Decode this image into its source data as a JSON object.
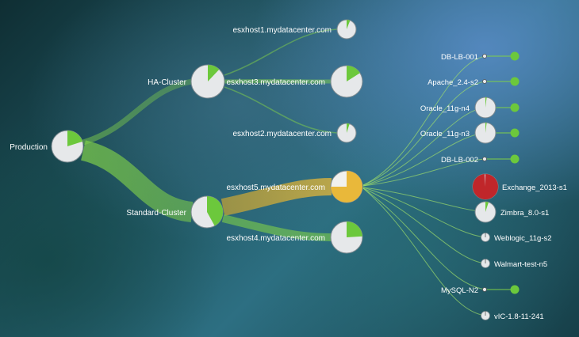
{
  "colors": {
    "green": "#6cc83c",
    "pie_bg": "#e6e8ea",
    "yellow": "#e9b83a",
    "red": "#c0262a",
    "link_green": "#7fcf4a",
    "link_red": "#9b1d22"
  },
  "nodes": {
    "production": {
      "label": "Production",
      "fraction": 0.2
    },
    "ha_cluster": {
      "label": "HA-Cluster",
      "fraction": 0.12
    },
    "standard_cluster": {
      "label": "Standard-Cluster",
      "fraction": 0.42
    },
    "esxhost1": {
      "label": "esxhost1.mydatacenter.com",
      "fraction": 0.06
    },
    "esxhost3": {
      "label": "esxhost3.mydatacenter.com",
      "fraction": 0.16
    },
    "esxhost2": {
      "label": "esxhost2.mydatacenter.com",
      "fraction": 0.05
    },
    "esxhost5": {
      "label": "esxhost5.mydatacenter.com",
      "fraction": 0.75
    },
    "esxhost4": {
      "label": "esxhost4.mydatacenter.com",
      "fraction": 0.24
    },
    "vms": [
      {
        "label": "DB-LB-001",
        "size": "dot"
      },
      {
        "label": "Apache_2.4-s2",
        "size": "dot"
      },
      {
        "label": "Oracle_11g-n4",
        "size": "medium",
        "fraction": 0.02
      },
      {
        "label": "Oracle_11g-n3",
        "size": "medium",
        "fraction": 0.02
      },
      {
        "label": "DB-LB-002",
        "size": "dot"
      },
      {
        "label": "Exchange_2013-s1",
        "size": "large",
        "fraction": 0.99
      },
      {
        "label": "Zimbra_8.0-s1",
        "size": "medium",
        "fraction": 0.05
      },
      {
        "label": "Weblogic_11g-s2",
        "size": "small"
      },
      {
        "label": "Walmart-test-n5",
        "size": "small"
      },
      {
        "label": "MySQL-N2",
        "size": "dot"
      },
      {
        "label": "vIC-1.8-11-241",
        "size": "small"
      }
    ]
  }
}
